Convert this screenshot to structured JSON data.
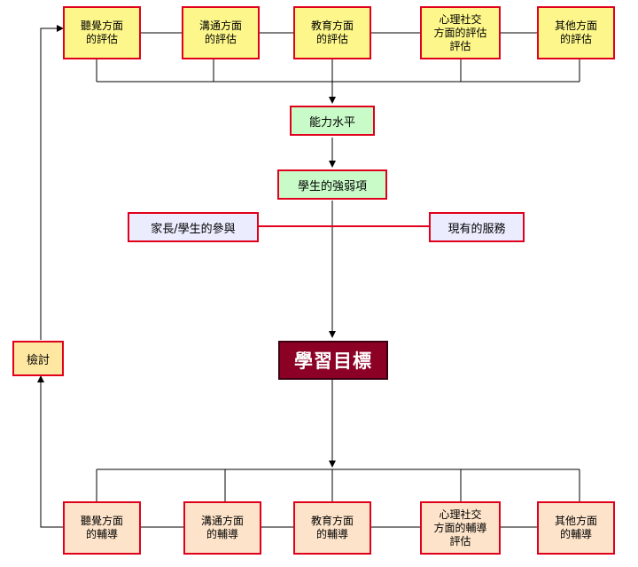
{
  "assessments": [
    {
      "label": "聽覺方面\n的評估"
    },
    {
      "label": "溝通方面\n的評估"
    },
    {
      "label": "教育方面\n的評估"
    },
    {
      "label": "心理社交\n方面的評估\n評估"
    },
    {
      "label": "其他方面\n的評估"
    }
  ],
  "ability": "能力水平",
  "strengths": "學生的強弱項",
  "participation": "家長/學生的參與",
  "services": "現有的服務",
  "goal": "學習目標",
  "review": "檢討",
  "guidance": [
    {
      "label": "聽覺方面\n的輔導"
    },
    {
      "label": "溝通方面\n的輔導"
    },
    {
      "label": "教育方面\n的輔導"
    },
    {
      "label": "心理社交\n方面的輔導\n評估"
    },
    {
      "label": "其他方面\n的輔導"
    }
  ],
  "colors": {
    "assessment_fill": "#fdf78b",
    "guidance_fill": "#fde3c9",
    "level_fill": "#c9fbc9",
    "side_fill": "#ececff",
    "review_fill": "#fde7a1",
    "goal_fill": "#8b0024",
    "box_border": "#e0001b",
    "participation_line": "#e0001b"
  }
}
